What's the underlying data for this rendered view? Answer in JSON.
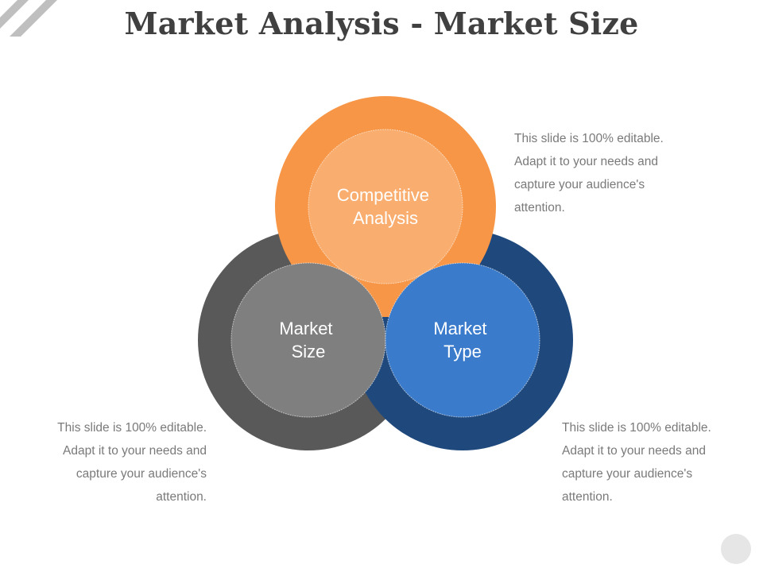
{
  "title": "Market Analysis - Market Size",
  "circles": [
    {
      "id": "competitive-analysis",
      "label_lines": [
        "Competitive",
        "Analysis"
      ],
      "outer_color": "#F79646",
      "inner_color": "#F9AD6E"
    },
    {
      "id": "market-size",
      "label_lines": [
        "Market",
        "Size"
      ],
      "outer_color": "#595959",
      "inner_color": "#7F7F7F"
    },
    {
      "id": "market-type",
      "label_lines": [
        "Market",
        "Type"
      ],
      "outer_color": "#1F497D",
      "inner_color": "#3A7BCB"
    }
  ],
  "notes": {
    "top_right": {
      "lines": [
        "This slide is 100% editable.",
        "Adapt it to your needs and",
        "capture your audience's",
        "attention."
      ]
    },
    "bottom_left": {
      "lines": [
        "This slide is 100% editable.",
        "Adapt it to your needs and",
        "capture your audience's",
        "attention."
      ]
    },
    "bottom_right": {
      "lines": [
        "This slide is 100% editable.",
        "Adapt it to your needs and",
        "capture your audience's",
        "attention."
      ]
    }
  }
}
